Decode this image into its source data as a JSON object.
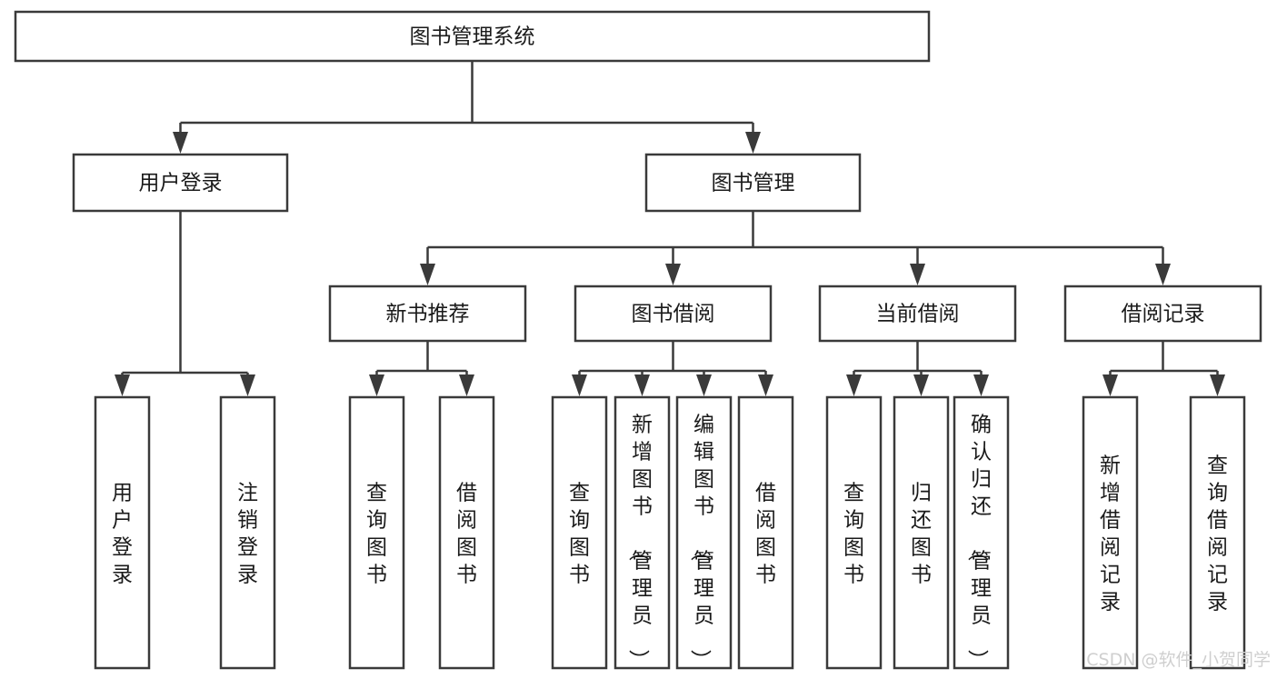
{
  "diagram": {
    "title": "图书管理系统",
    "type": "hierarchy-tree",
    "orientation": "top-down",
    "colors": {
      "box_fill": "#ffffff",
      "box_stroke": "#3a3a3a",
      "connector": "#3a3a3a",
      "text": "#1a1a1a",
      "watermark": "#cfcfcf",
      "background": "#ffffff"
    },
    "levels": [
      {
        "level": 1,
        "nodes": [
          {
            "id": "root",
            "label": "图书管理系统",
            "orientation": "horizontal"
          }
        ]
      },
      {
        "level": 2,
        "nodes": [
          {
            "id": "login",
            "label": "用户登录",
            "orientation": "horizontal",
            "parent": "root"
          },
          {
            "id": "bookmgmt",
            "label": "图书管理",
            "orientation": "horizontal",
            "parent": "root"
          }
        ]
      },
      {
        "level": 3,
        "nodes": [
          {
            "id": "newbook",
            "label": "新书推荐",
            "orientation": "horizontal",
            "parent": "bookmgmt"
          },
          {
            "id": "borrow",
            "label": "图书借阅",
            "orientation": "horizontal",
            "parent": "bookmgmt"
          },
          {
            "id": "current",
            "label": "当前借阅",
            "orientation": "horizontal",
            "parent": "bookmgmt"
          },
          {
            "id": "records",
            "label": "借阅记录",
            "orientation": "horizontal",
            "parent": "bookmgmt"
          }
        ]
      },
      {
        "level": 4,
        "nodes": [
          {
            "id": "leaf-1",
            "label": "用户登录",
            "orientation": "vertical",
            "parent": "login"
          },
          {
            "id": "leaf-2",
            "label": "注销登录",
            "orientation": "vertical",
            "parent": "login"
          },
          {
            "id": "leaf-3",
            "label": "查询图书",
            "orientation": "vertical",
            "parent": "newbook"
          },
          {
            "id": "leaf-4",
            "label": "借阅图书",
            "orientation": "vertical",
            "parent": "newbook"
          },
          {
            "id": "leaf-5",
            "label": "查询图书",
            "orientation": "vertical",
            "parent": "borrow"
          },
          {
            "id": "leaf-6",
            "label": "新增图书（管理员）",
            "orientation": "vertical",
            "parent": "borrow"
          },
          {
            "id": "leaf-7",
            "label": "编辑图书（管理员）",
            "orientation": "vertical",
            "parent": "borrow"
          },
          {
            "id": "leaf-8",
            "label": "借阅图书",
            "orientation": "vertical",
            "parent": "borrow"
          },
          {
            "id": "leaf-9",
            "label": "查询图书",
            "orientation": "vertical",
            "parent": "current"
          },
          {
            "id": "leaf-10",
            "label": "归还图书",
            "orientation": "vertical",
            "parent": "current"
          },
          {
            "id": "leaf-11",
            "label": "确认归还（管理员）",
            "orientation": "vertical",
            "parent": "current"
          },
          {
            "id": "leaf-12",
            "label": "新增借阅记录",
            "orientation": "vertical",
            "parent": "records"
          },
          {
            "id": "leaf-13",
            "label": "查询借阅记录",
            "orientation": "vertical",
            "parent": "records"
          }
        ]
      }
    ]
  },
  "watermark": {
    "text": "CSDN @软件_小贺同学"
  }
}
